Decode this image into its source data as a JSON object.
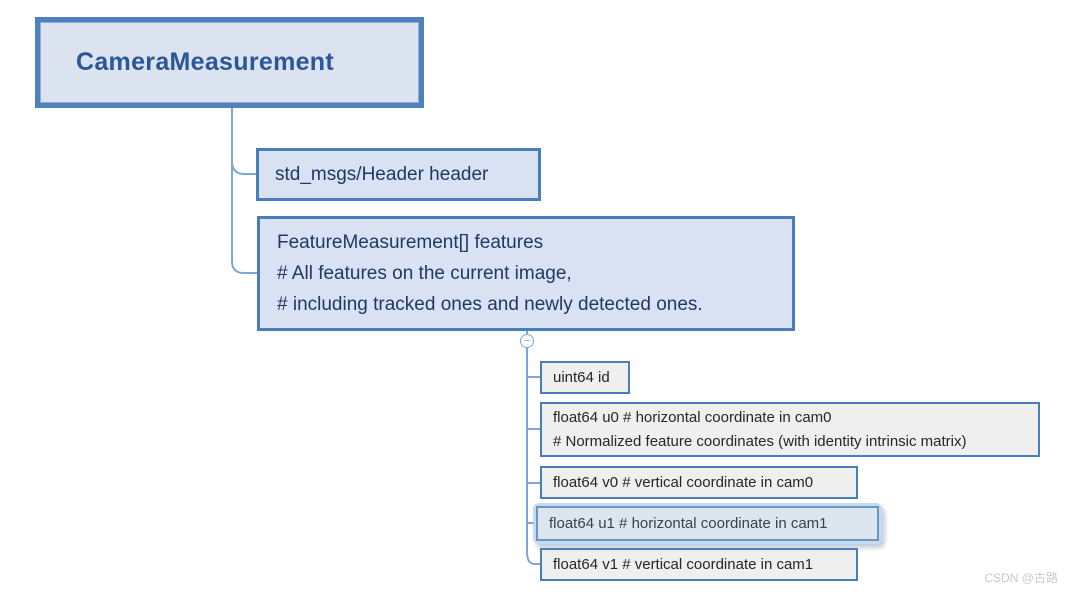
{
  "colors": {
    "root_border": "#4e81bd",
    "node_border": "#4a7ebb",
    "root_fill": "#dbe3f0",
    "node_fill": "#d9e2f2",
    "leaf_fill": "#efefef",
    "connector_line": "#7da7d9",
    "selected_halo": "#9abdde",
    "selected_border": "#6598c8",
    "selected_fill": "#dde6ee",
    "root_text": "#2b5796",
    "node_text": "#1f3864",
    "leaf_text": "#262626",
    "watermark_text": "#c9c9c9"
  },
  "root": {
    "label": "CameraMeasurement"
  },
  "level1": {
    "header_node": {
      "label": "std_msgs/Header header"
    },
    "features_node": {
      "lines": [
        "FeatureMeasurement[] features",
        "# All features on the current image,",
        "# including tracked ones and newly detected ones."
      ]
    }
  },
  "toggle": {
    "glyph": "−"
  },
  "leaves": {
    "id_node": {
      "label": "uint64 id"
    },
    "u0_node": {
      "lines": [
        "float64 u0 # horizontal coordinate in cam0",
        "# Normalized feature coordinates (with identity intrinsic matrix)"
      ]
    },
    "v0_node": {
      "label": "float64 v0 # vertical coordinate in cam0"
    },
    "u1_node": {
      "label": "float64 u1 # horizontal coordinate in cam1",
      "selected": "true"
    },
    "v1_node": {
      "label": "float64 v1 # vertical coordinate in cam1"
    }
  },
  "watermark": "CSDN @古路"
}
